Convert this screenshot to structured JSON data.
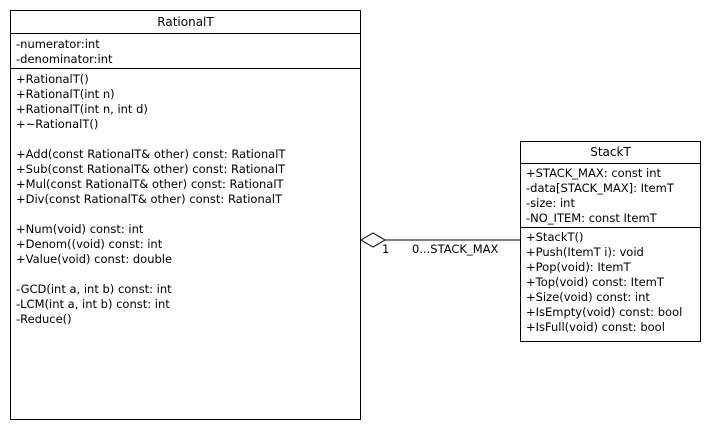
{
  "rational_class": {
    "name": "RationalT",
    "attributes": [
      "-numerator:int",
      "-denominator:int"
    ],
    "operations": [
      "+RationalT()",
      "+RationalT(int n)",
      "+RationalT(int n, int d)",
      "+~RationalT()",
      "",
      "+Add(const RationalT& other) const: RationalT",
      "+Sub(const RationalT& other) const: RationalT",
      "+Mul(const RationalT& other) const: RationalT",
      "+Div(const RationalT& other) const: RationalT",
      "",
      "+Num(void) const: int",
      "+Denom((void) const: int",
      "+Value(void) const: double",
      "",
      "-GCD(int a, int b) const: int",
      "-LCM(int a, int b) const: int",
      "-Reduce()"
    ]
  },
  "stack_class": {
    "name": "StackT",
    "attributes": [
      "+STACK_MAX: const int",
      "-data[STACK_MAX]: ItemT",
      "-size: int",
      "-NO_ITEM: const ItemT"
    ],
    "operations": [
      "+StackT()",
      "+Push(ItemT i): void",
      "+Pop(void): ItemT",
      "+Top(void) const: ItemT",
      "+Size(void) const: int",
      "+IsEmpty(void) const: bool",
      "+IsFull(void) const: bool"
    ]
  },
  "association": {
    "type": "aggregation",
    "multiplicity_near_rational": "1",
    "multiplicity_near_stack": "0...STACK_MAX"
  }
}
